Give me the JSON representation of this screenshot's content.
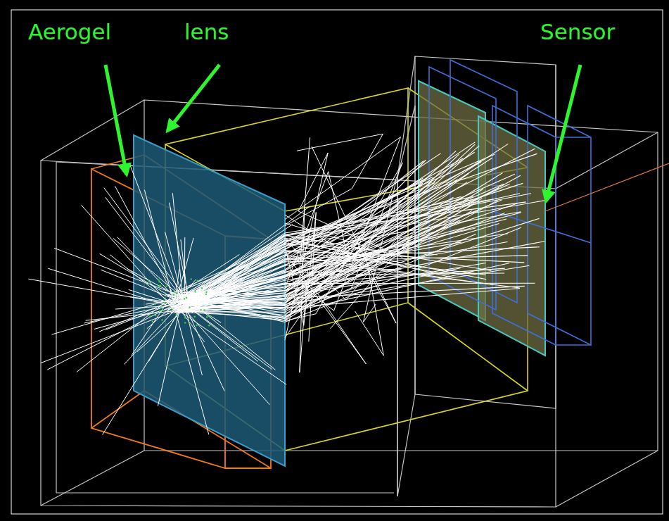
{
  "diagram": {
    "labels": [
      "Aerogel",
      "lens",
      "Sensor"
    ]
  }
}
